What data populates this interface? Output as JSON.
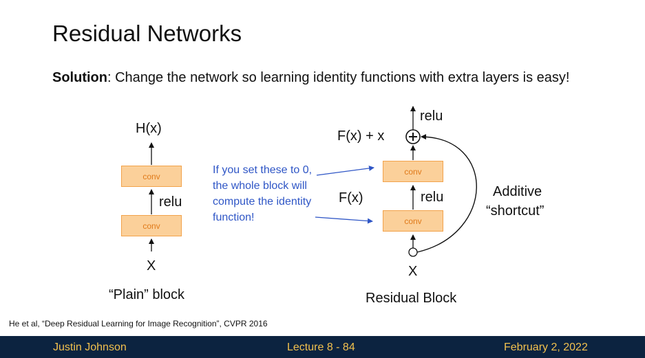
{
  "slide": {
    "title": "Residual Networks",
    "solution_label": "Solution",
    "solution_text": ": Change the network so learning identity functions with extra layers is easy!"
  },
  "plain_block": {
    "output_label": "H(x)",
    "conv_top": "conv",
    "conv_bottom": "conv",
    "relu_label": "relu",
    "input_label": "X",
    "caption": "“Plain” block"
  },
  "residual_block": {
    "top_relu_label": "relu",
    "sum_label": "F(x) + x",
    "plus_symbol": "+",
    "fx_label": "F(x)",
    "conv_top": "conv",
    "conv_bottom": "conv",
    "relu_label": "relu",
    "input_label": "X",
    "caption": "Residual Block",
    "shortcut_line1": "Additive",
    "shortcut_line2": "“shortcut”"
  },
  "annotation": {
    "text": "If you set these to 0, the whole block will compute the identity function!",
    "color": "#2f56c6"
  },
  "citation": "He et al, “Deep Residual Learning for Image Recognition”, CVPR 2016",
  "footer": {
    "author": "Justin Johnson",
    "lecture": "Lecture 8 - 84",
    "date": "February 2, 2022",
    "background": "#0c2340",
    "text_color": "#f2c14e"
  },
  "colors": {
    "conv_fill": "#fbd09a",
    "conv_border": "#f2a24a",
    "conv_text": "#e07a1a"
  }
}
